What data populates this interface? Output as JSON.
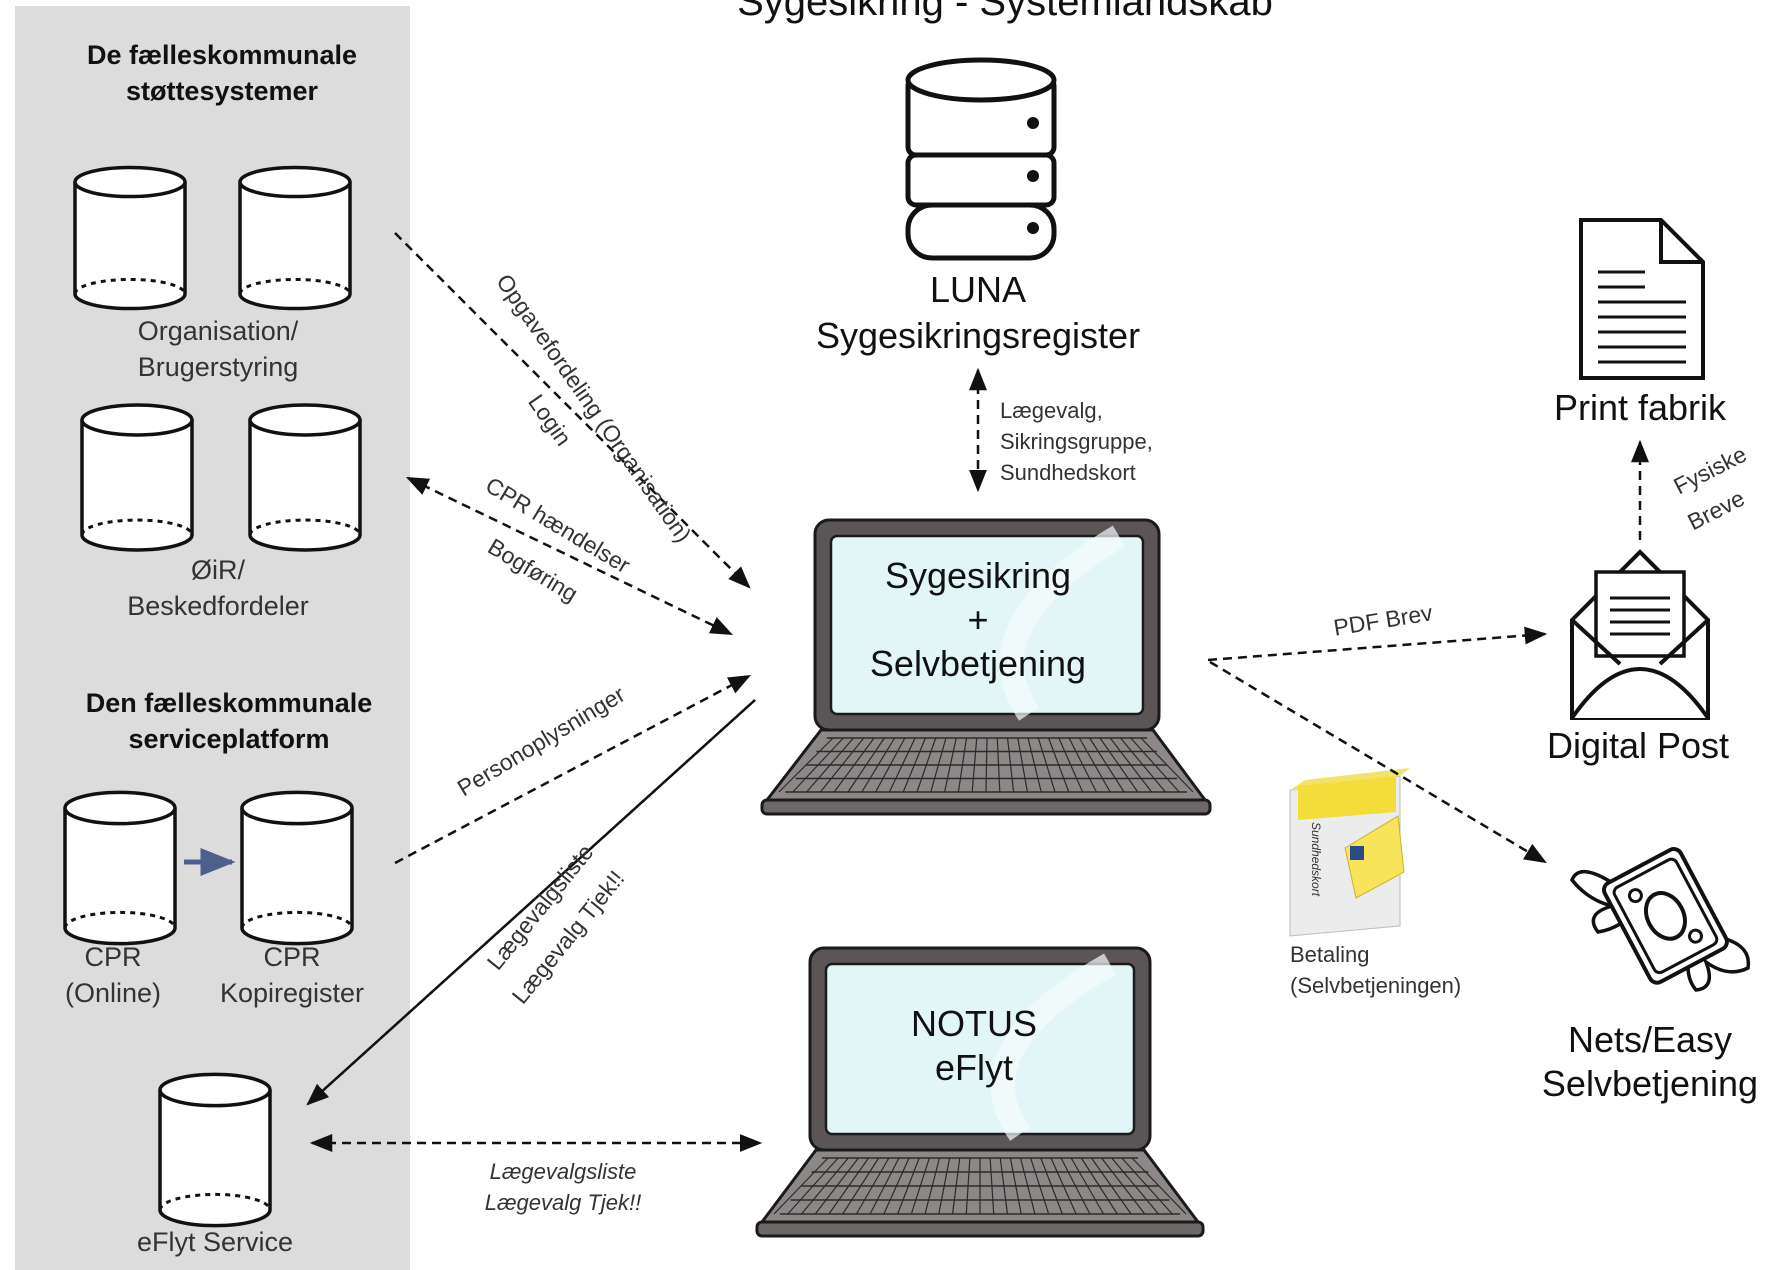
{
  "title": "Sygesikring - Systemlandskab",
  "left_panel": {
    "heading1": [
      "De fælleskommunale",
      "støttesystemer"
    ],
    "org_label": [
      "Organisation/",
      "Brugerstyring"
    ],
    "oir_label": [
      "ØiR/",
      "Beskedfordeler"
    ],
    "heading2": [
      "Den fælleskommunale",
      "serviceplatform"
    ],
    "cpr_online_label": [
      "CPR",
      "(Online)"
    ],
    "cpr_kopi_label": [
      "CPR",
      "Kopiregister"
    ],
    "eflyt_service_label": "eFlyt Service"
  },
  "luna": {
    "label": [
      "LUNA",
      "Sygesikringsregister"
    ]
  },
  "main_app": {
    "screen": [
      "Sygesikring",
      "+",
      "Selvbetjening"
    ]
  },
  "notus": {
    "screen": [
      "NOTUS",
      "eFlyt"
    ]
  },
  "right": {
    "print_label": "Print fabrik",
    "digital_post_label": "Digital Post",
    "nets_label": [
      "Nets/Easy",
      "Selvbetjening"
    ]
  },
  "card": {
    "box_text": "Sundhedskort",
    "caption": [
      "Betaling",
      "(Selvbetjeningen)"
    ]
  },
  "edges": {
    "luna_link": [
      "Lægevalg,",
      "Sikringsgruppe,",
      "Sundhedskort"
    ],
    "opgave": "Opgavefordeling (Organisation)",
    "login": "Login",
    "cpr_haendelser": "CPR hændelser",
    "bogforing": "Bogføring",
    "personoplysninger": "Personoplysninger",
    "laegevalgsliste": "Lægevalgsliste",
    "laegevalg_tjek": "Lægevalg Tjek!!",
    "notus_link": [
      "Lægevalgsliste",
      "Lægevalg Tjek!!"
    ],
    "pdf_brev": "PDF Brev",
    "fysiske": "Fysiske",
    "breve": "Breve"
  }
}
